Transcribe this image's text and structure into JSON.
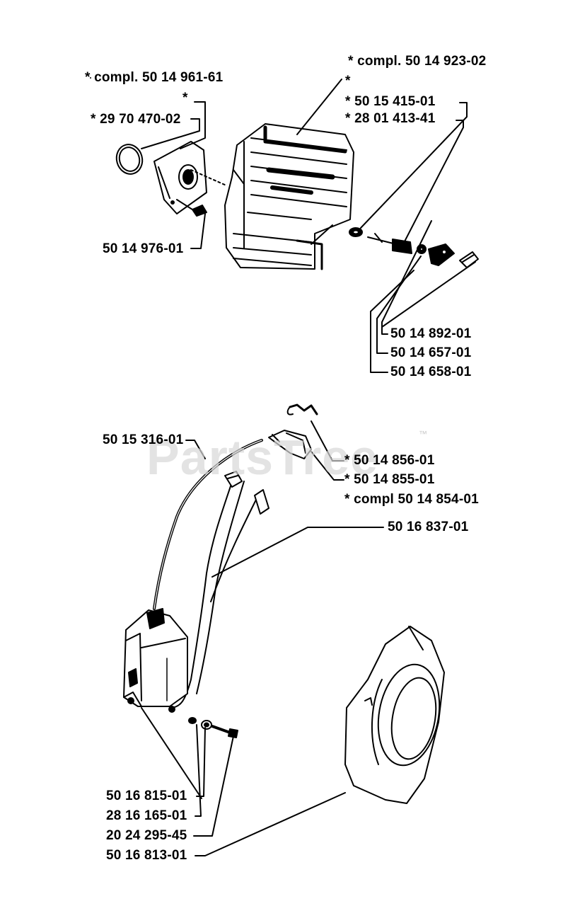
{
  "watermark": {
    "text": "PartsTree",
    "tm": "™"
  },
  "labels": {
    "compl_head": "*  compl. 50 14 961-61",
    "star_a": "*",
    "gasket": "*  29 70 470-02",
    "screw_head": "50 14 976-01",
    "compl_cyl": "*  compl. 50 14 923-02",
    "star_b": "*",
    "p501541501": "* 50 15 415-01",
    "p280141341": "*  28 01 413-41",
    "p501489201": "50 14 892-01",
    "p501465701": "50 14 657-01",
    "p501465801": "50 14 658-01",
    "p501531601": "50 15 316-01",
    "p501485601": "*  50 14 856-01",
    "p501485501": "*  50 14 855-01",
    "compl_plug": "*  compl 50 14 854-01",
    "p501683701": "50 16 837-01",
    "p501681501": "50 16 815-01",
    "p281616501": "28 16 165-01",
    "p202429545": "20 24 295-45",
    "p501681301": "50 16 813-01"
  }
}
